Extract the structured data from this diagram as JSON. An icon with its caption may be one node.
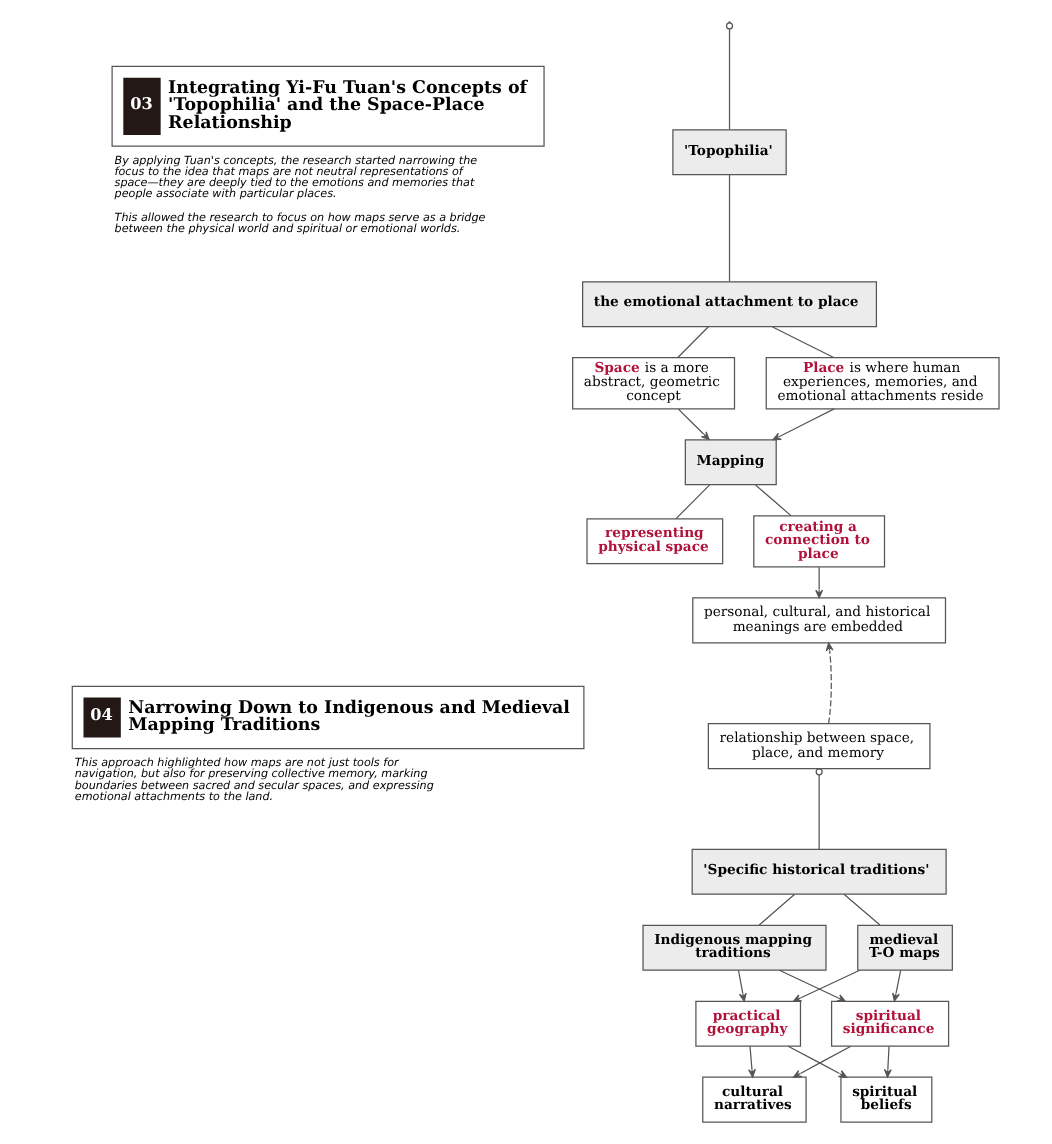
{
  "diagram": {
    "nodes": [
      {
        "text": [
          "03",
          "Integrating Yi-Fu Tuan's Concepts of 'Topophilia' and the Space-Place Relationship"
        ],
        "beside": [
          "By applying Tuan's concepts, the research started narrowing the focus to the idea that maps are not neutral representations of space—they are deeply tied to the emotions and memories that people associate with particular places.",
          "This allowed the research to focus on how maps serve as a bridge between the physical world and spiritual or emotional worlds."
        ]
      },
      {
        "text": [
          "04",
          "Narrowing Down to Indigenous and Medieval Mapping Traditions"
        ],
        "beside": [
          "This approach highlighted how maps are not just tools for navigation, but also for preserving collective memory, marking boundaries between sacred and secular spaces, and expressing emotional attachments to the land."
        ]
      },
      {
        "text": [
          "'Topophilia'"
        ]
      },
      {
        "text": [
          "the emotional attachment to place"
        ]
      },
      {
        "text": [
          "**Space** is a more abstract, geometric concept"
        ]
      },
      {
        "text": [
          "**Place** is where human experiences, memories, and emotional attachments reside"
        ]
      },
      {
        "text": [
          "Mapping"
        ]
      },
      {
        "text": [
          "representing physical space"
        ]
      },
      {
        "text": [
          "creating a connection to place"
        ]
      },
      {
        "text": [
          "personal, cultural, and historical meanings are embedded"
        ]
      },
      {
        "text": [
          "relationship between space, place, and memory"
        ]
      },
      {
        "text": [
          "'Specific historical traditions'"
        ]
      },
      {
        "text": [
          "Indigenous mapping traditions"
        ]
      },
      {
        "text": [
          "medieval T-O maps"
        ]
      },
      {
        "text": [
          "practical geography"
        ]
      },
      {
        "text": [
          "spiritual significance"
        ]
      },
      {
        "text": [
          "cultural narratives"
        ]
      },
      {
        "text": [
          "spiritual beliefs"
        ]
      }
    ],
    "edges": [
      {
        "from": null,
        "to": 2,
        "arrow": "other"
      },
      {
        "from": 2,
        "to": 3,
        "arrow": "none"
      },
      {
        "from": 3,
        "to": 4,
        "arrow": "none"
      },
      {
        "from": 3,
        "to": 5,
        "arrow": "none"
      },
      {
        "from": 4,
        "to": 6,
        "arrow": "to"
      },
      {
        "from": 5,
        "to": 6,
        "arrow": "to"
      },
      {
        "from": 6,
        "to": 7,
        "arrow": "none"
      },
      {
        "from": 6,
        "to": 8,
        "arrow": "none"
      },
      {
        "from": 8,
        "to": 9,
        "arrow": "to"
      },
      {
        "from": 10,
        "to": 9,
        "arrow": "to",
        "style": "dashed"
      },
      {
        "from": 10,
        "to": 11,
        "arrow": "other"
      },
      {
        "from": 11,
        "to": 12,
        "arrow": "none"
      },
      {
        "from": 11,
        "to": 13,
        "arrow": "none"
      },
      {
        "from": 12,
        "to": 14,
        "arrow": "to"
      },
      {
        "from": 12,
        "to": 15,
        "arrow": "to"
      },
      {
        "from": 13,
        "to": 14,
        "arrow": "to"
      },
      {
        "from": 13,
        "to": 15,
        "arrow": "to"
      },
      {
        "from": 14,
        "to": 16,
        "arrow": "to"
      },
      {
        "from": 14,
        "to": 17,
        "arrow": "to"
      },
      {
        "from": 15,
        "to": 16,
        "arrow": "to"
      },
      {
        "from": 15,
        "to": 17,
        "arrow": "to"
      }
    ]
  }
}
